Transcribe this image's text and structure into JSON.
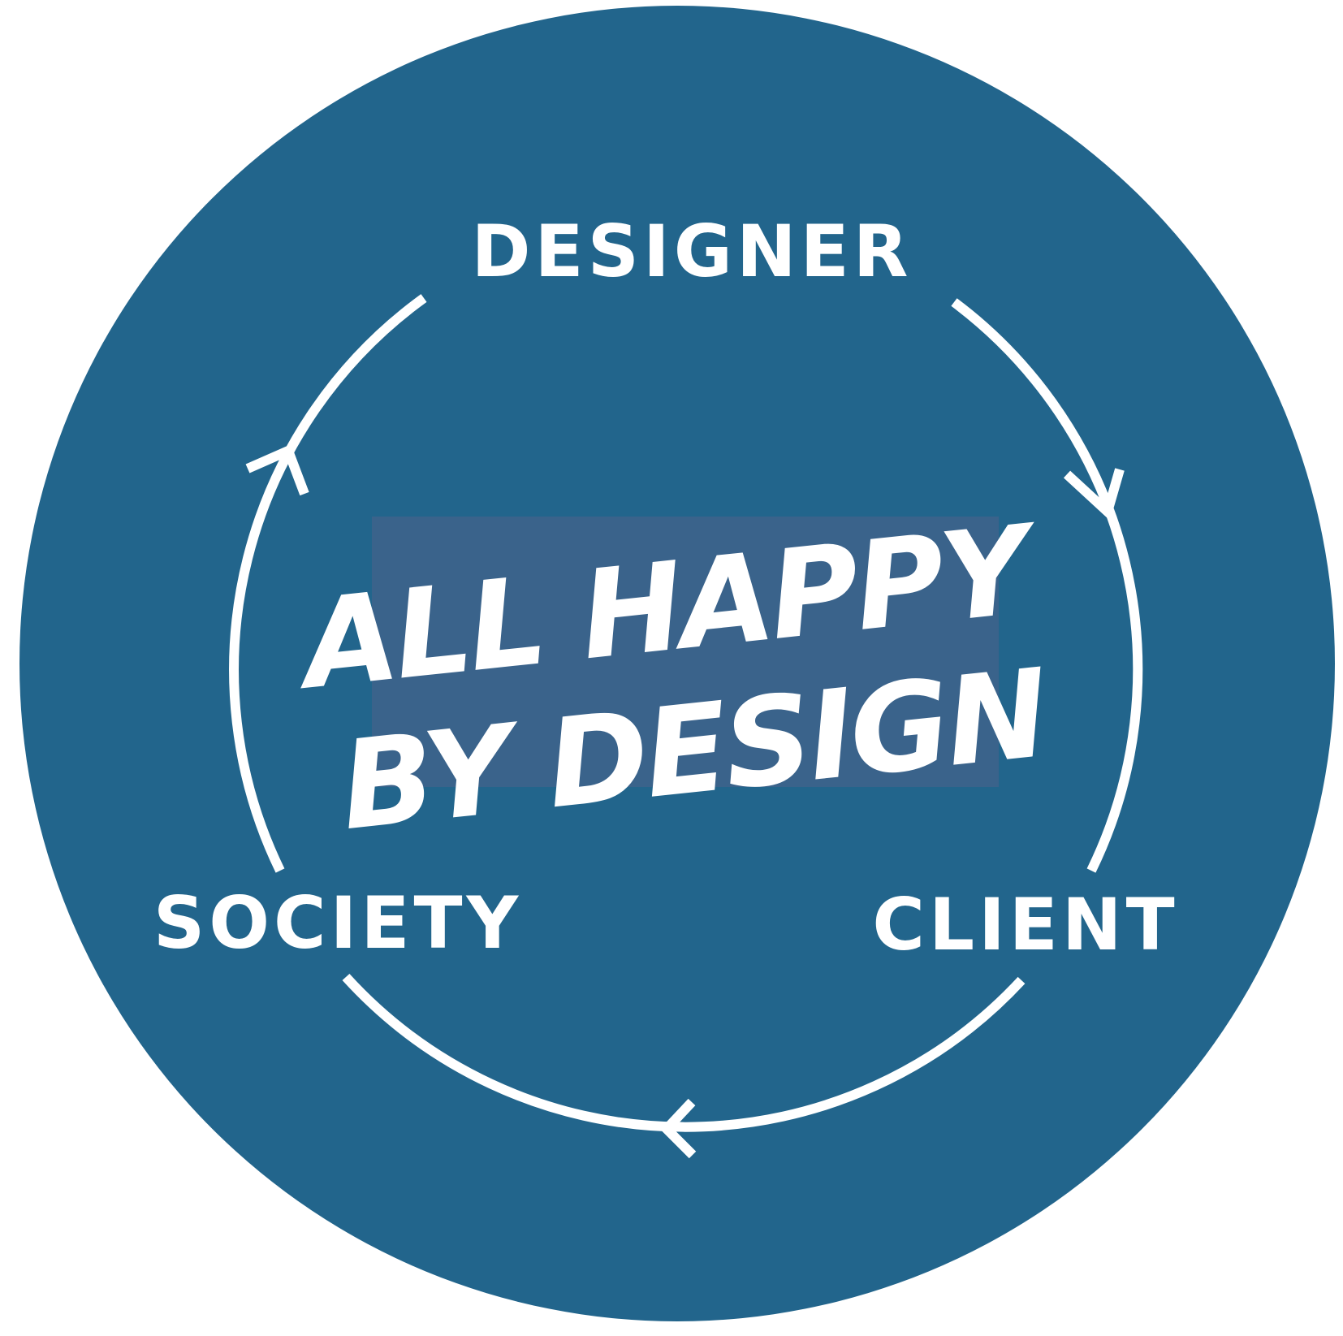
{
  "colors": {
    "background": "#ffffff",
    "circle": "#22658c",
    "logo_panel": "#3a638b",
    "foreground": "#ffffff"
  },
  "nodes": {
    "designer": "DESIGNER",
    "client": "CLIENT",
    "society": "SOCIETY"
  },
  "logo": {
    "line1": "ALL HAPPY",
    "line2": "BY DESIGN"
  },
  "cycle_direction": "clockwise"
}
